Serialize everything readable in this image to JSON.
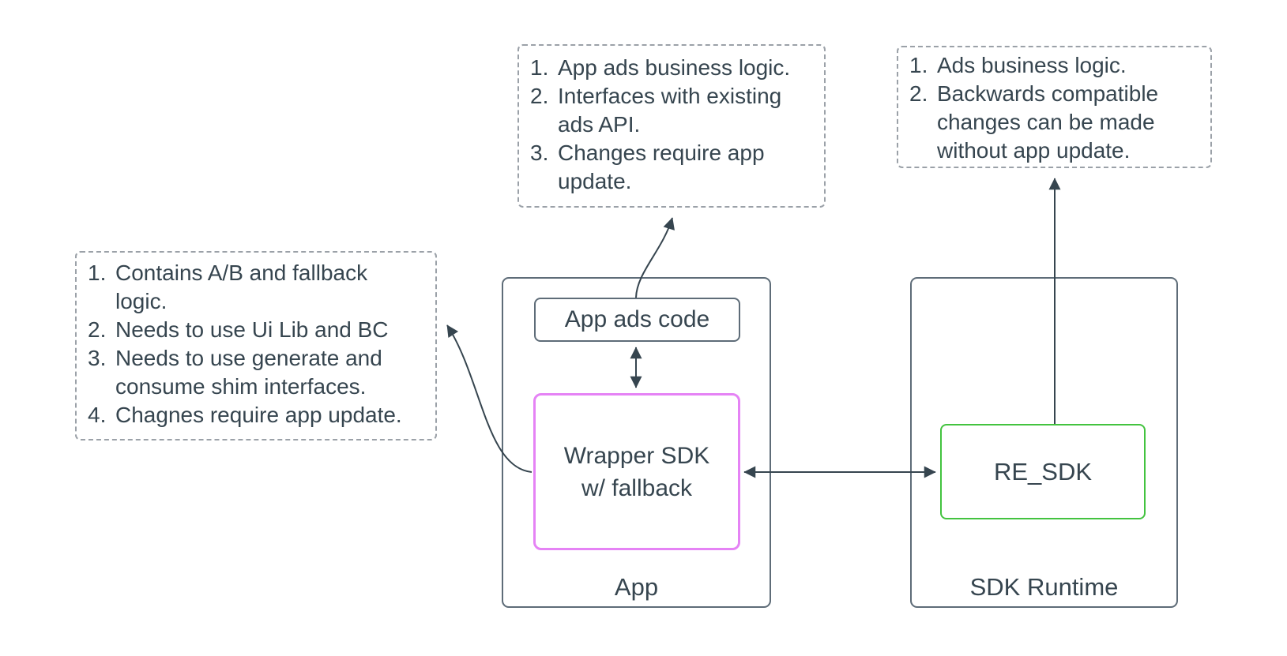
{
  "colors": {
    "ink": "#36454f",
    "container_border": "#5e6c78",
    "note_border": "#9ba1a8",
    "wrapper_sdk_border": "#e583f5",
    "re_sdk_border": "#43c33f",
    "background": "#ffffff"
  },
  "boxes": {
    "app_container": {
      "label": "App"
    },
    "app_ads_code": {
      "label": "App ads code"
    },
    "wrapper_sdk": {
      "label": "Wrapper SDK\nw/ fallback"
    },
    "sdk_runtime_container": {
      "label": "SDK Runtime"
    },
    "re_sdk": {
      "label": "RE_SDK"
    }
  },
  "notes": {
    "left": {
      "items": [
        {
          "num": "1.",
          "text": "Contains A/B and fallback logic."
        },
        {
          "num": "2.",
          "text": "Needs to use Ui Lib and BC"
        },
        {
          "num": "3.",
          "text": "Needs to use generate and consume shim interfaces."
        },
        {
          "num": "4.",
          "text": "Chagnes require app update."
        }
      ]
    },
    "top_center": {
      "items": [
        {
          "num": "1.",
          "text": "App ads business logic."
        },
        {
          "num": "2.",
          "text": "Interfaces with existing ads API."
        },
        {
          "num": "3.",
          "text": "Changes require app update."
        }
      ]
    },
    "top_right": {
      "items": [
        {
          "num": "1.",
          "text": "Ads business logic."
        },
        {
          "num": "2.",
          "text": "Backwards compatible changes can be made without app update."
        }
      ]
    }
  }
}
